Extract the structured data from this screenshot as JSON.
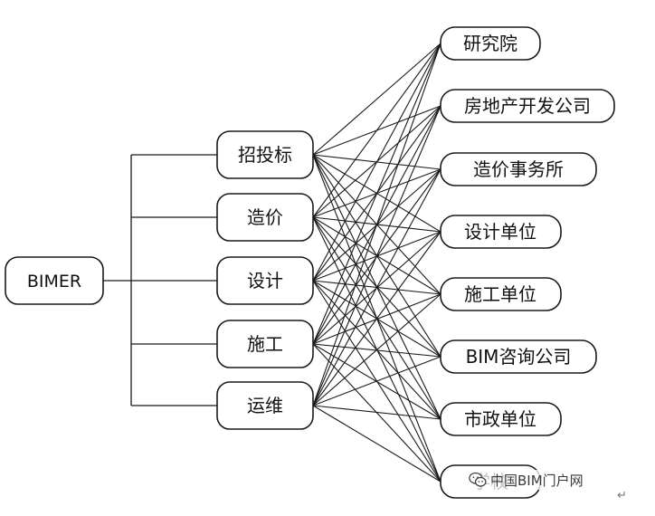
{
  "root": {
    "label": "BIMER"
  },
  "roles": [
    {
      "id": "bidding",
      "label": "招投标"
    },
    {
      "id": "cost",
      "label": "造价"
    },
    {
      "id": "design",
      "label": "设计"
    },
    {
      "id": "construction",
      "label": "施工"
    },
    {
      "id": "operation",
      "label": "运维"
    }
  ],
  "employers": [
    {
      "id": "research-institute",
      "label": "研究院"
    },
    {
      "id": "developer",
      "label": "房地产开发公司"
    },
    {
      "id": "cost-firm",
      "label": "造价事务所"
    },
    {
      "id": "design-unit",
      "label": "设计单位"
    },
    {
      "id": "construction-unit",
      "label": "施工单位"
    },
    {
      "id": "bim-consulting",
      "label": "BIM咨询公司"
    },
    {
      "id": "municipal-unit",
      "label": "市政单位"
    },
    {
      "id": "school",
      "label": "学校"
    }
  ],
  "connections": "all-to-all",
  "watermark": {
    "text": "中国BIM门户网",
    "icon": "wechat-icon"
  },
  "paragraph_mark": "↵"
}
